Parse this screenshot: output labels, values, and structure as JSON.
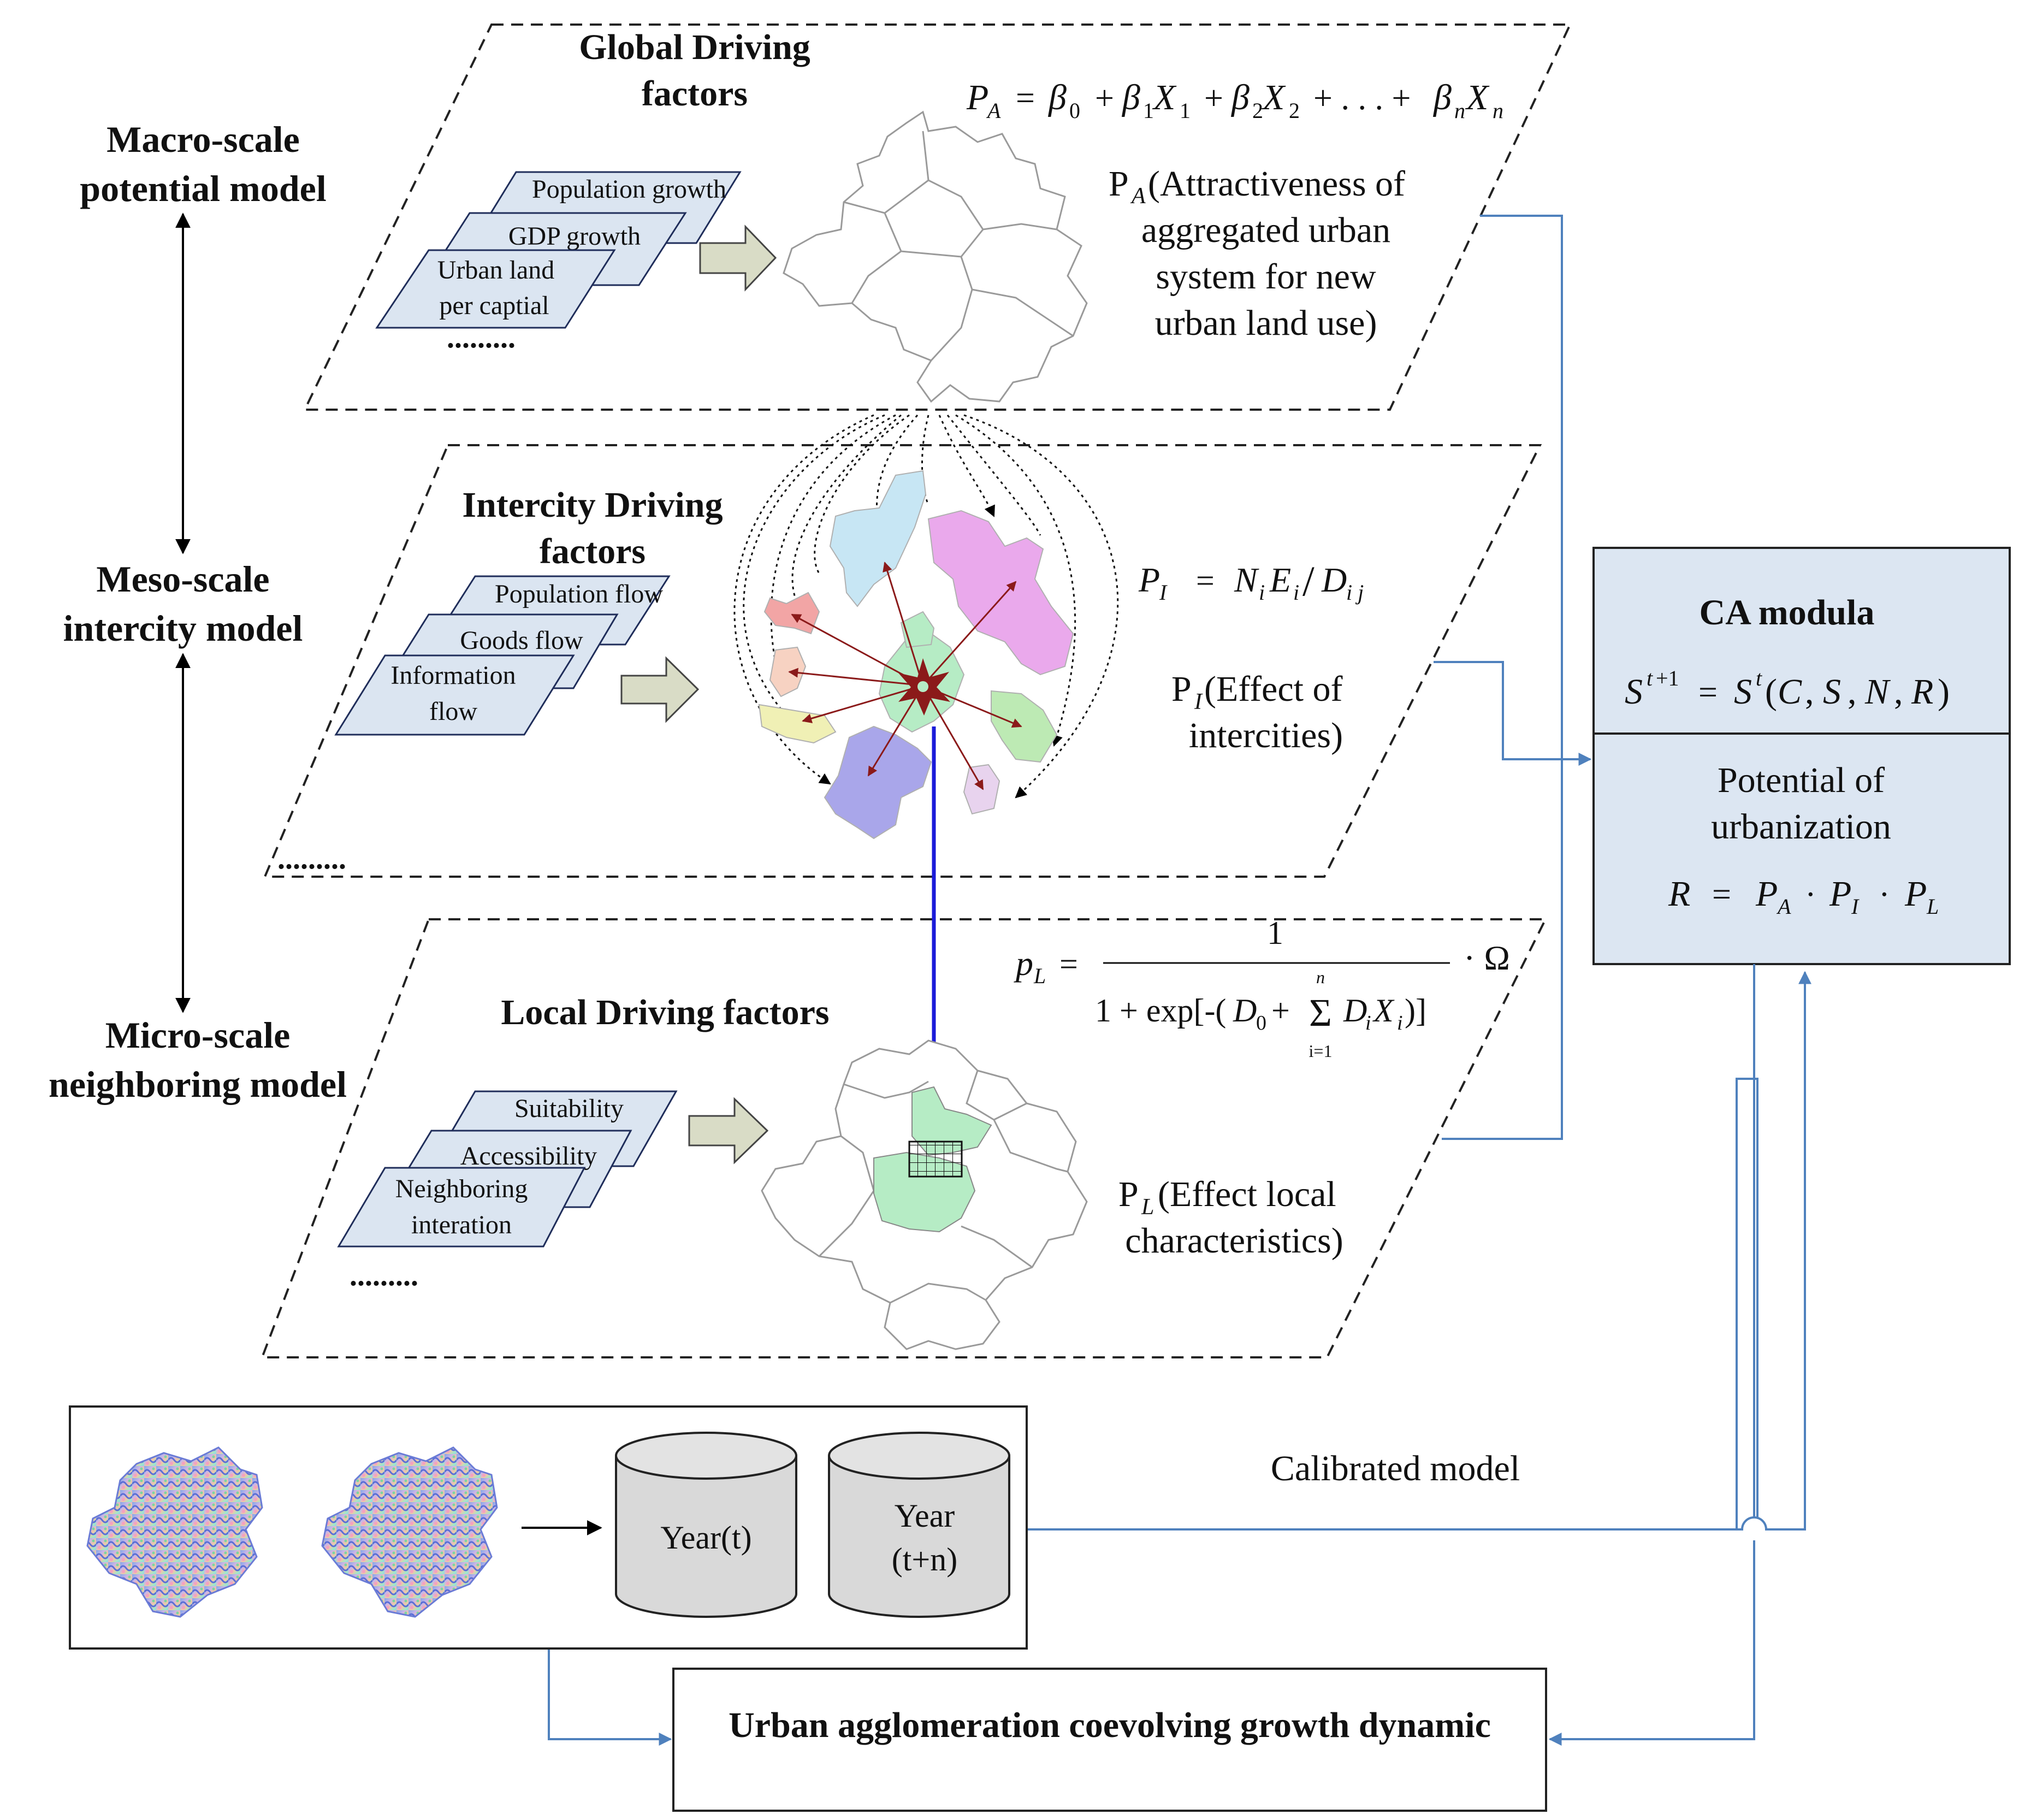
{
  "scale_labels": {
    "macro": [
      "Macro-scale",
      "potential model"
    ],
    "meso": [
      "Meso-scale",
      "intercity model"
    ],
    "micro": [
      "Micro-scale",
      "neighboring model"
    ]
  },
  "global_layer": {
    "title": [
      "Global Driving",
      "factors"
    ],
    "factors": [
      "Population growth",
      "GDP growth",
      "Urban land",
      "per captial"
    ],
    "ellipsis": ".........",
    "formula": "P_A = β0 + β1X1 + β2X2 + . . . + βnXn",
    "desc": [
      "(Attractiveness of",
      "aggregated urban",
      "system for new",
      "urban land use)"
    ],
    "desc_var": "P",
    "desc_sub": "A"
  },
  "intercity_layer": {
    "title": [
      "Intercity Driving",
      "factors"
    ],
    "factors": [
      "Population flow",
      "Goods flow",
      "Information",
      "flow"
    ],
    "ellipsis": ".........",
    "formula": "P_I = N_i E_i / D_ij",
    "desc": [
      "(Effect of",
      "intercities)"
    ],
    "desc_var": "P",
    "desc_sub": "I"
  },
  "local_layer": {
    "title": "Local Driving factors",
    "factors": [
      "Suitability",
      "Accessibility",
      "Neighboring",
      "interation"
    ],
    "ellipsis": ".........",
    "formula_num": "1",
    "formula_lhs": "p",
    "formula_lhs_sub": "L",
    "formula_den": "1 + exp[-(D0 + Σ DiXi)]",
    "formula_sum_top": "n",
    "formula_sum_bottom": "i=1",
    "formula_omega": "· Ω",
    "desc": [
      "(Effect local",
      "characteristics)"
    ],
    "desc_var": "P",
    "desc_sub": "L"
  },
  "ca_module": {
    "title": "CA modula",
    "formula": "S^{t+1} = S^t(C, S, N, R)",
    "potential": [
      "Potential of",
      "urbanization"
    ],
    "r_formula": "R = P_A · P_I · P_L"
  },
  "data_box": {
    "year_t": "Year(t)",
    "year_tn": [
      "Year",
      "(t+n)"
    ]
  },
  "calibrated_label": "Calibrated model",
  "output_label": "Urban agglomeration coevolving growth dynamic",
  "colors": {
    "factor_fill": "#dbe5f1",
    "ca_fill": "#dce6f2",
    "connector": "#4f81bd",
    "blue_arrow": "#1b1bd9",
    "red_arrow": "#8b1a1a",
    "block_arrow_fill": "#d9dcc6"
  }
}
